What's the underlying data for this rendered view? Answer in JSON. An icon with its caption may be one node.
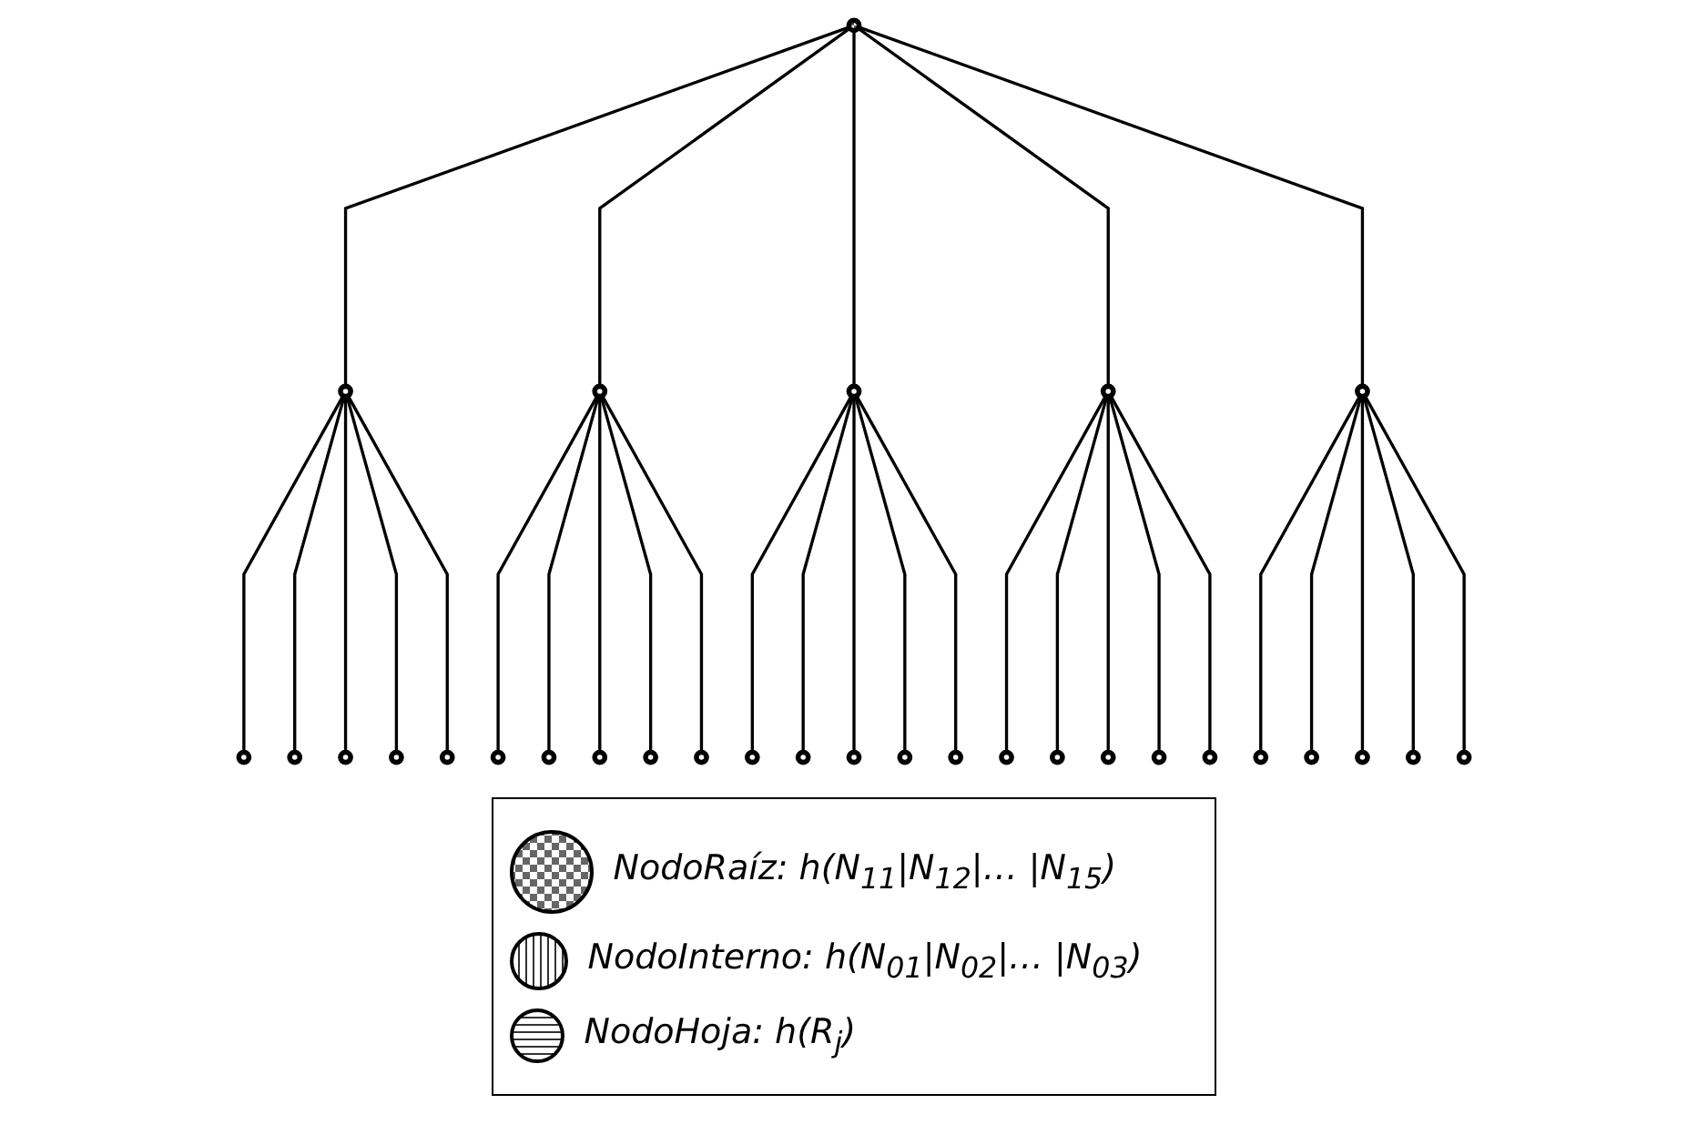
{
  "diagram": {
    "nodes": [
      {
        "text": [],
        "shape": "circle"
      },
      {
        "text": [],
        "shape": "circle"
      },
      {
        "text": [],
        "shape": "circle"
      },
      {
        "text": [],
        "shape": "circle"
      },
      {
        "text": [],
        "shape": "circle"
      },
      {
        "text": [],
        "shape": "circle"
      },
      {
        "text": [],
        "shape": "circle"
      },
      {
        "text": [],
        "shape": "circle"
      },
      {
        "text": [],
        "shape": "circle"
      },
      {
        "text": [],
        "shape": "circle"
      },
      {
        "text": [],
        "shape": "circle"
      },
      {
        "text": [],
        "shape": "circle"
      },
      {
        "text": [],
        "shape": "circle"
      },
      {
        "text": [],
        "shape": "circle"
      },
      {
        "text": [],
        "shape": "circle"
      },
      {
        "text": [],
        "shape": "circle"
      },
      {
        "text": [],
        "shape": "circle"
      },
      {
        "text": [],
        "shape": "circle"
      },
      {
        "text": [],
        "shape": "circle"
      },
      {
        "text": [],
        "shape": "circle"
      },
      {
        "text": [],
        "shape": "circle"
      },
      {
        "text": [],
        "shape": "circle"
      },
      {
        "text": [],
        "shape": "circle"
      },
      {
        "text": [],
        "shape": "circle"
      },
      {
        "text": [],
        "shape": "circle"
      },
      {
        "text": [],
        "shape": "circle"
      },
      {
        "text": [],
        "shape": "circle"
      },
      {
        "text": [],
        "shape": "circle"
      },
      {
        "text": [],
        "shape": "circle"
      },
      {
        "text": [],
        "shape": "circle"
      },
      {
        "text": [],
        "shape": "circle"
      }
    ],
    "edges": [
      {
        "from": 0,
        "to": 1,
        "arrow": "none"
      },
      {
        "from": 0,
        "to": 2,
        "arrow": "none"
      },
      {
        "from": 0,
        "to": 3,
        "arrow": "none"
      },
      {
        "from": 0,
        "to": 4,
        "arrow": "none"
      },
      {
        "from": 0,
        "to": 5,
        "arrow": "none"
      },
      {
        "from": 1,
        "to": 6,
        "arrow": "none"
      },
      {
        "from": 1,
        "to": 7,
        "arrow": "none"
      },
      {
        "from": 1,
        "to": 8,
        "arrow": "none"
      },
      {
        "from": 1,
        "to": 9,
        "arrow": "none"
      },
      {
        "from": 1,
        "to": 10,
        "arrow": "none"
      },
      {
        "from": 2,
        "to": 11,
        "arrow": "none"
      },
      {
        "from": 2,
        "to": 12,
        "arrow": "none"
      },
      {
        "from": 2,
        "to": 13,
        "arrow": "none"
      },
      {
        "from": 2,
        "to": 14,
        "arrow": "none"
      },
      {
        "from": 2,
        "to": 15,
        "arrow": "none"
      },
      {
        "from": 3,
        "to": 16,
        "arrow": "none"
      },
      {
        "from": 3,
        "to": 17,
        "arrow": "none"
      },
      {
        "from": 3,
        "to": 18,
        "arrow": "none"
      },
      {
        "from": 3,
        "to": 19,
        "arrow": "none"
      },
      {
        "from": 3,
        "to": 20,
        "arrow": "none"
      },
      {
        "from": 4,
        "to": 21,
        "arrow": "none"
      },
      {
        "from": 4,
        "to": 22,
        "arrow": "none"
      },
      {
        "from": 4,
        "to": 23,
        "arrow": "none"
      },
      {
        "from": 4,
        "to": 24,
        "arrow": "none"
      },
      {
        "from": 4,
        "to": 25,
        "arrow": "none"
      },
      {
        "from": 5,
        "to": 26,
        "arrow": "none"
      },
      {
        "from": 5,
        "to": 27,
        "arrow": "none"
      },
      {
        "from": 5,
        "to": 28,
        "arrow": "none"
      },
      {
        "from": 5,
        "to": 29,
        "arrow": "none"
      },
      {
        "from": 5,
        "to": 30,
        "arrow": "none"
      }
    ],
    "legend": [
      {
        "text": "NodoRaíz: h(N$_{11}$|N$_{12}$|… |N$_{15}$)"
      },
      {
        "text": "NodoInterno: h(N$_{01}$|N$_{02}$|… |N$_{03}$)"
      },
      {
        "text": "NodoHoja: h(R$_{j}$)"
      }
    ]
  }
}
